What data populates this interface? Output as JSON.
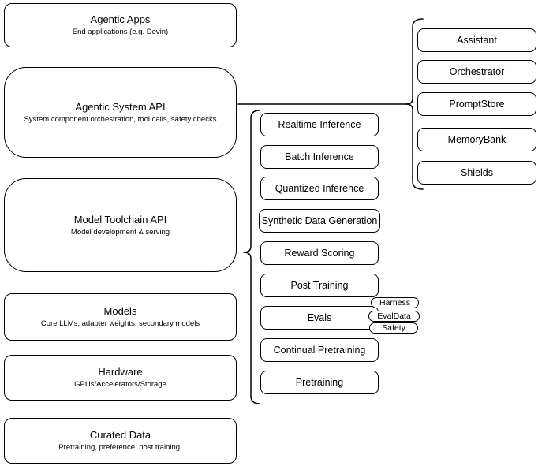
{
  "left_stack": [
    {
      "title": "Agentic Apps",
      "subtitle": "End applications (e.g. Devin)"
    },
    {
      "title": "Agentic System API",
      "subtitle": "System component orchestration, tool calls, safety checks"
    },
    {
      "title": "Model Toolchain API",
      "subtitle": "Model development & serving"
    },
    {
      "title": "Models",
      "subtitle": "Core LLMs, adapter weights, secondary models"
    },
    {
      "title": "Hardware",
      "subtitle": "GPUs/Accelerators/Storage"
    },
    {
      "title": "Curated Data",
      "subtitle": "Pretraining, preference, post training."
    }
  ],
  "toolchain_items": [
    "Realtime Inference",
    "Batch Inference",
    "Quantized Inference",
    "Synthetic Data Generation",
    "Reward Scoring",
    "Post Training",
    "Evals",
    "Continual Pretraining",
    "Pretraining"
  ],
  "eval_tags": [
    "Harness",
    "EvalData",
    "Safety"
  ],
  "system_components": [
    "Assistant",
    "Orchestrator",
    "PromptStore",
    "MemoryBank",
    "Shields"
  ],
  "colors": {
    "stroke": "#000000",
    "fill": "#ffffff",
    "background": "#ffffff"
  }
}
